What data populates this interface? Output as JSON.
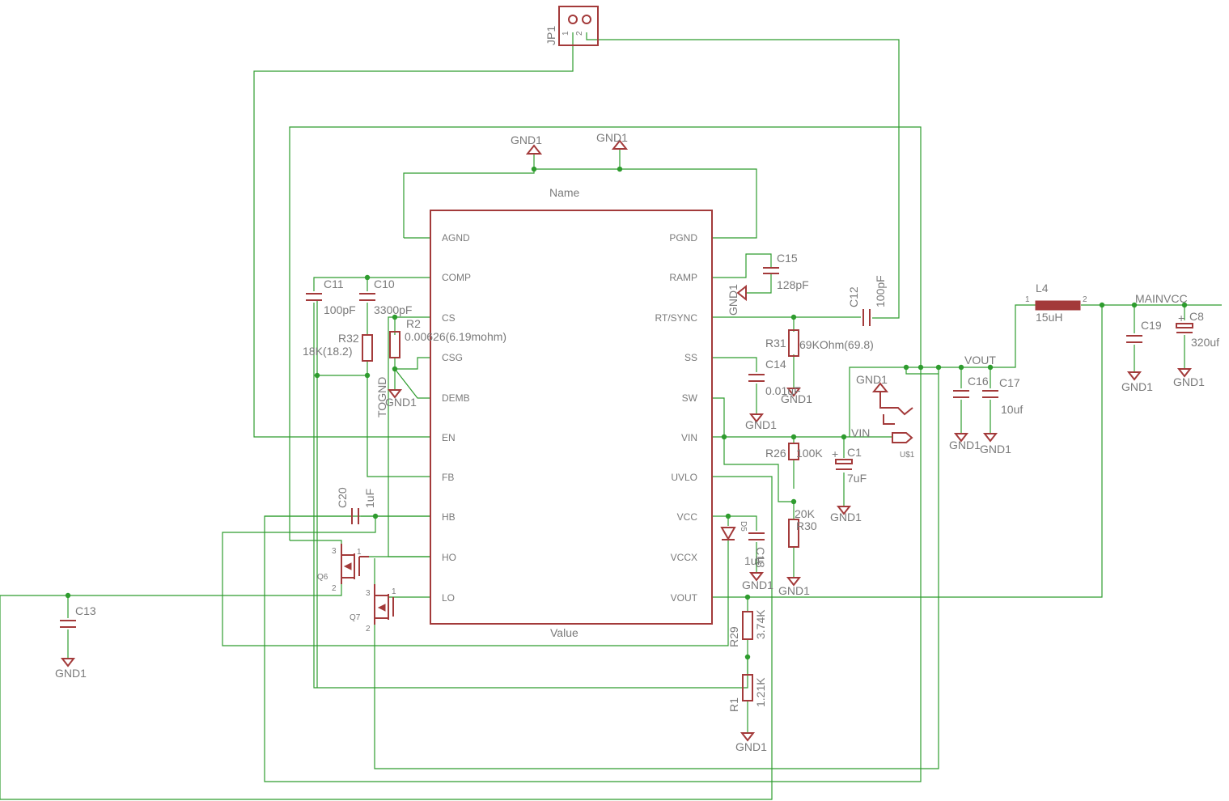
{
  "ic": {
    "name": "Name",
    "value": "Value",
    "pins_left": [
      "AGND",
      "COMP",
      "CS",
      "CSG",
      "DEMB",
      "EN",
      "FB",
      "HB",
      "HO",
      "LO"
    ],
    "pins_right": [
      "PGND",
      "RAMP",
      "RT/SYNC",
      "SS",
      "SW",
      "VIN",
      "UVLO",
      "VCC",
      "VCCX",
      "VOUT"
    ]
  },
  "labels": {
    "jp1": "JP1",
    "jp1_p1": "1",
    "jp1_p2": "2",
    "gnd": "GND1",
    "c11": "C11",
    "c11_val": "100pF",
    "c10": "C10",
    "c10_val": "3300pF",
    "r32": "R32",
    "r32_val": "18K(18.2)",
    "r2": "R2",
    "r2_val": "0.00626(6.19mohm)",
    "tognd": "TOGND",
    "c15": "C15",
    "c15_val": "128pF",
    "c12": "C12",
    "c12_val": "100pF",
    "r31": "R31",
    "r31_val": "69KOhm(69.8)",
    "c14": "C14",
    "c14_val": "0.01uF",
    "vin_net": "VIN",
    "u1": "U$1",
    "r26": "R26",
    "r26_val": "100K",
    "c1": "C1",
    "c1_val": "7uF",
    "r30": "R30",
    "r30_val": "20K",
    "c20": "C20",
    "c20_val": "1uF",
    "d5": "D5",
    "c18": "C18",
    "c18_val": "1uF",
    "q6": "Q6",
    "q7": "Q7",
    "c13": "C13",
    "r29": "R29",
    "r29_val": "3.74K",
    "r1": "R1",
    "r1_val": "1.21K",
    "l4": "L4",
    "l4_val": "15uH",
    "l4_p1": "1",
    "l4_p2": "2",
    "mainvcc": "MAINVCC",
    "vout_net": "VOUT",
    "c16": "C16",
    "c17": "C17",
    "c17_val": "10uf",
    "c19": "C19",
    "c8": "C8",
    "c8_val": "320uf",
    "plus": "+",
    "q_pin1": "1",
    "q_pin2": "2",
    "q_pin3": "3"
  },
  "colors": {
    "wire": "#2e9c2e",
    "part": "#a33a3a",
    "text": "#7a7a7a"
  }
}
